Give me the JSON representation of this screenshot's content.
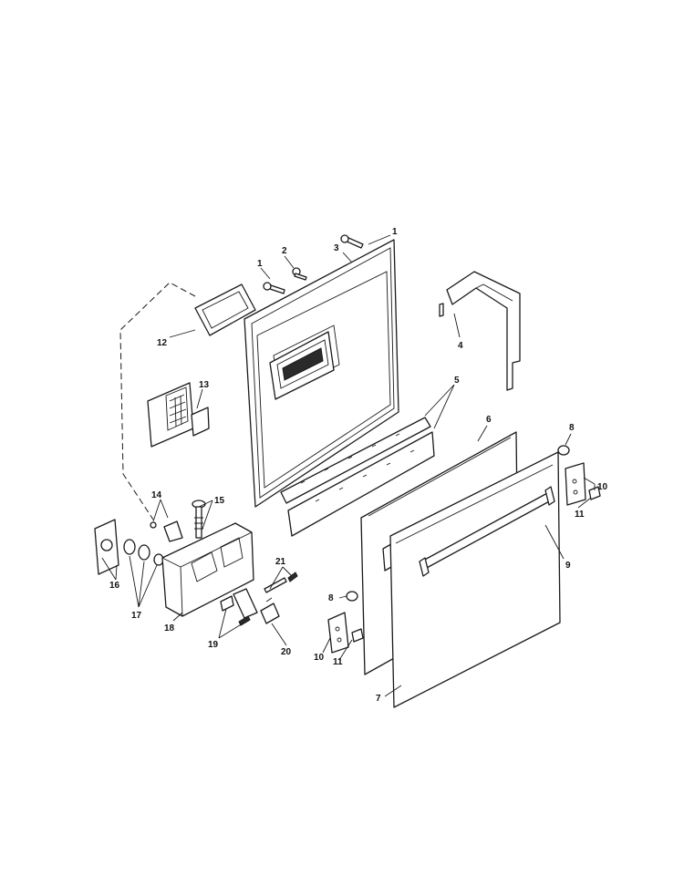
{
  "callouts": [
    {
      "id": "c1a",
      "text": "1"
    },
    {
      "id": "c1b",
      "text": "1"
    },
    {
      "id": "c2",
      "text": "2"
    },
    {
      "id": "c3",
      "text": "3"
    },
    {
      "id": "c4",
      "text": "4"
    },
    {
      "id": "c5",
      "text": "5"
    },
    {
      "id": "c6",
      "text": "6"
    },
    {
      "id": "c7",
      "text": "7"
    },
    {
      "id": "c8a",
      "text": "8"
    },
    {
      "id": "c8b",
      "text": "8"
    },
    {
      "id": "c9",
      "text": "9"
    },
    {
      "id": "c10a",
      "text": "10"
    },
    {
      "id": "c10b",
      "text": "10"
    },
    {
      "id": "c11a",
      "text": "11"
    },
    {
      "id": "c11b",
      "text": "11"
    },
    {
      "id": "c12",
      "text": "12"
    },
    {
      "id": "c13",
      "text": "13"
    },
    {
      "id": "c14",
      "text": "14"
    },
    {
      "id": "c15",
      "text": "15"
    },
    {
      "id": "c16",
      "text": "16"
    },
    {
      "id": "c17",
      "text": "17"
    },
    {
      "id": "c18",
      "text": "18"
    },
    {
      "id": "c19",
      "text": "19"
    },
    {
      "id": "c20",
      "text": "20"
    },
    {
      "id": "c21",
      "text": "21"
    }
  ]
}
